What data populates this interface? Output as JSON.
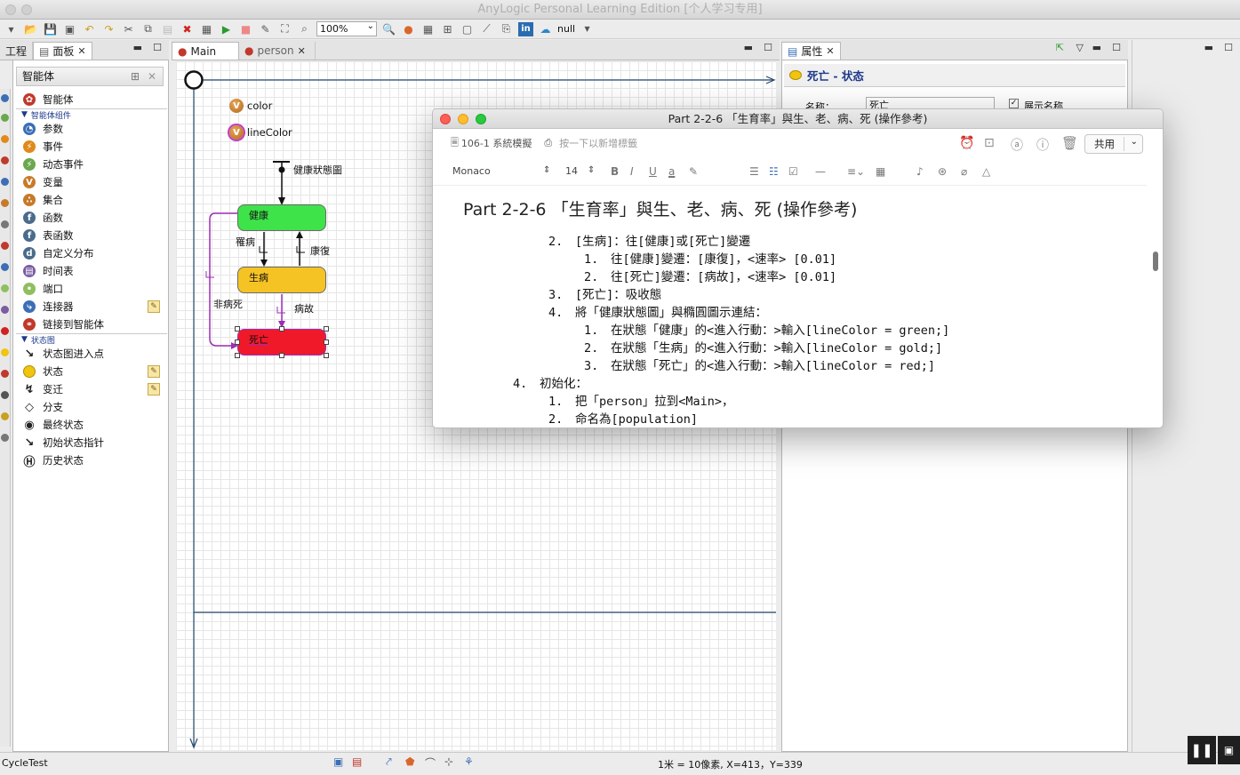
{
  "app": {
    "title": "AnyLogic Personal Learning Edition [个人学习专用]"
  },
  "toolbar": {
    "zoom": "100%",
    "null_label": "null"
  },
  "left_panel": {
    "tab_project": "工程",
    "tab_palette": "面板",
    "palette_header": "智能体",
    "items": [
      {
        "kind": "item",
        "label": "智能体",
        "icon": "agent-icon",
        "color": "#c0392b",
        "glyph": "✿"
      },
      {
        "kind": "section",
        "label": "智能体组件"
      },
      {
        "kind": "item",
        "label": "参数",
        "icon": "parameter-icon",
        "color": "#3b6fb6",
        "glyph": "◔"
      },
      {
        "kind": "item",
        "label": "事件",
        "icon": "event-icon",
        "color": "#e08a1a",
        "glyph": "⚡"
      },
      {
        "kind": "item",
        "label": "动态事件",
        "icon": "dynamic-event-icon",
        "color": "#6aa84f",
        "glyph": "⚡"
      },
      {
        "kind": "item",
        "label": "变量",
        "icon": "variable-icon",
        "color": "#c77a2a",
        "glyph": "V"
      },
      {
        "kind": "item",
        "label": "集合",
        "icon": "collection-icon",
        "color": "#c77a2a",
        "glyph": "∴"
      },
      {
        "kind": "item",
        "label": "函数",
        "icon": "function-icon",
        "color": "#4a6c8c",
        "glyph": "f"
      },
      {
        "kind": "item",
        "label": "表函数",
        "icon": "table-function-icon",
        "color": "#4a6c8c",
        "glyph": "f"
      },
      {
        "kind": "item",
        "label": "自定义分布",
        "icon": "custom-distribution-icon",
        "color": "#4a6c8c",
        "glyph": "d"
      },
      {
        "kind": "item",
        "label": "时间表",
        "icon": "schedule-icon",
        "color": "#7a5ca0",
        "glyph": "▤"
      },
      {
        "kind": "item",
        "label": "端口",
        "icon": "port-icon",
        "color": "#8fbf5f",
        "glyph": "•"
      },
      {
        "kind": "item",
        "label": "连接器",
        "icon": "connector-icon",
        "color": "#3b6fb6",
        "glyph": "⤷",
        "edit": true
      },
      {
        "kind": "item",
        "label": "链接到智能体",
        "icon": "link-to-agents-icon",
        "color": "#c0392b",
        "glyph": "⚭"
      },
      {
        "kind": "section",
        "label": "状态图"
      },
      {
        "kind": "item",
        "label": "状态图进入点",
        "icon": "statechart-entry-icon",
        "color": "#222222",
        "glyph": "↘"
      },
      {
        "kind": "item",
        "label": "状态",
        "icon": "state-icon",
        "color": "#f1c40f",
        "glyph": "",
        "edit": true
      },
      {
        "kind": "item",
        "label": "变迁",
        "icon": "transition-icon",
        "color": "#222222",
        "glyph": "↯",
        "edit": true
      },
      {
        "kind": "item",
        "label": "分支",
        "icon": "branch-icon",
        "color": "#222222",
        "glyph": "◇"
      },
      {
        "kind": "item",
        "label": "最终状态",
        "icon": "final-state-icon",
        "color": "#222222",
        "glyph": "◉"
      },
      {
        "kind": "item",
        "label": "初始状态指针",
        "icon": "initial-state-pointer-icon",
        "color": "#222222",
        "glyph": "↘"
      },
      {
        "kind": "item",
        "label": "历史状态",
        "icon": "history-state-icon",
        "color": "#222222",
        "glyph": "Ⓗ"
      }
    ]
  },
  "editor": {
    "tabs": [
      {
        "label": "Main"
      },
      {
        "label": "person"
      }
    ],
    "variables": [
      {
        "label": "color"
      },
      {
        "label": "lineColor"
      }
    ],
    "statechart_name": "健康狀態圖",
    "states": {
      "healthy": "健康",
      "sick": "生病",
      "dead": "死亡"
    },
    "transitions": {
      "get_sick": "罹病",
      "recover": "康復",
      "non_disease_death": "非病死",
      "disease_death": "病故"
    },
    "state_colors": {
      "healthy": "#3ee34a",
      "sick": "#f5c324",
      "dead": "#f0192a"
    }
  },
  "properties": {
    "tab_label": "属性",
    "title": "死亡 - 状态",
    "name_label": "名称：",
    "name_value": "死亡",
    "show_name_label": "展示名称"
  },
  "statusbar": {
    "project": "CycleTest",
    "coords": "1米 = 10像素, X=413，Y=339"
  },
  "note": {
    "window_title": "Part 2-2-6 「生育率」與生、老、病、死 (操作參考)",
    "notebook": "106-1 系統模擬",
    "tag_hint": "按一下以新增標籤",
    "share": "共用",
    "font": "Monaco",
    "font_size": "14",
    "heading": "Part 2-2-6 「生育率」與生、老、病、死 (操作參考)",
    "lines": [
      {
        "num": "2.",
        "text": "[生病]：往[健康]或[死亡]變遷",
        "indent": 2
      },
      {
        "num": "1.",
        "text": "往[健康]變遷：[康復]，<速率> [0.01]",
        "indent": 3
      },
      {
        "num": "2.",
        "text": "往[死亡]變遷：[病故]，<速率> [0.01]",
        "indent": 3
      },
      {
        "num": "3.",
        "text": "[死亡]：吸收態",
        "indent": 2
      },
      {
        "num": "4.",
        "text": "將「健康狀態圖」與橢圓圖示連結：",
        "indent": 2
      },
      {
        "num": "1.",
        "text": "在狀態「健康」的<進入行動：>輸入[lineColor = green;]",
        "indent": 3
      },
      {
        "num": "2.",
        "text": "在狀態「生病」的<進入行動：>輸入[lineColor = gold;]",
        "indent": 3
      },
      {
        "num": "3.",
        "text": "在狀態「死亡」的<進入行動：>輸入[lineColor = red;]",
        "indent": 3
      },
      {
        "num": "4.",
        "text": "初始化：",
        "indent": 1
      },
      {
        "num": "1.",
        "text": "把「person」拉到<Main>，",
        "indent": 2
      },
      {
        "num": "2.",
        "text": "命名為[population]",
        "indent": 2
      }
    ]
  }
}
